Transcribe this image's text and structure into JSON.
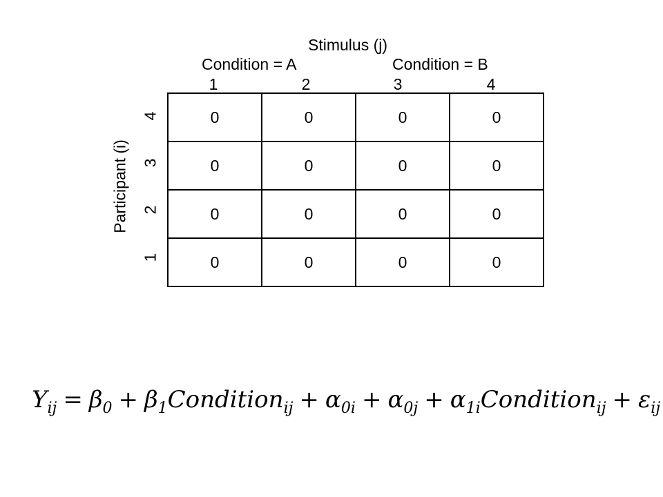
{
  "diagram": {
    "column_axis_title": "Stimulus (j)",
    "condition_labels": [
      "Condition = A",
      "Condition = B"
    ],
    "column_labels": [
      "1",
      "2",
      "3",
      "4"
    ],
    "row_axis_title": "Participant (i)",
    "row_labels_top_to_bottom": [
      "4",
      "3",
      "2",
      "1"
    ],
    "cells": [
      [
        "0",
        "0",
        "0",
        "0"
      ],
      [
        "0",
        "0",
        "0",
        "0"
      ],
      [
        "0",
        "0",
        "0",
        "0"
      ],
      [
        "0",
        "0",
        "0",
        "0"
      ]
    ]
  },
  "equation": {
    "parts": [
      {
        "base": "Y",
        "sub": "ij"
      },
      {
        "op": "="
      },
      {
        "base": "β",
        "sub": "0"
      },
      {
        "op": "+"
      },
      {
        "base": "β",
        "sub": "1"
      },
      {
        "base": "Condition",
        "sub": "ij"
      },
      {
        "op": "+"
      },
      {
        "base": "α",
        "sub": "0i"
      },
      {
        "op": "+"
      },
      {
        "base": "α",
        "sub": "0j"
      },
      {
        "op": "+"
      },
      {
        "base": "α",
        "sub": "1i"
      },
      {
        "base": "Condition",
        "sub": "ij"
      },
      {
        "op": "+"
      },
      {
        "base": "ε",
        "sub": "ij"
      }
    ]
  }
}
